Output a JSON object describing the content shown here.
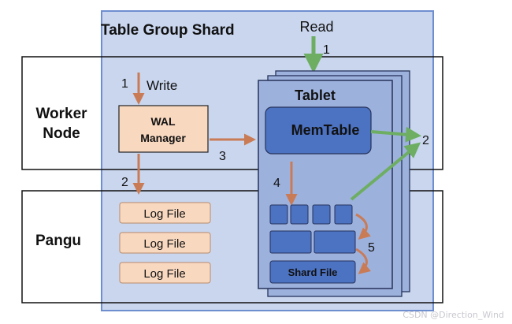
{
  "shard_title": "Table Group Shard",
  "zones": {
    "worker_node_line1": "Worker",
    "worker_node_line2": "Node",
    "pangu": "Pangu"
  },
  "read": {
    "label": "Read",
    "step": "1"
  },
  "write": {
    "label": "Write",
    "step": "1"
  },
  "wal": {
    "line1": "WAL",
    "line2": "Manager"
  },
  "tablet": {
    "title": "Tablet",
    "memtable": "MemTable",
    "shard_file": "Shard File"
  },
  "log_files": [
    "Log File",
    "Log File",
    "Log File"
  ],
  "steps": {
    "to_log": "2",
    "to_tablet": "3",
    "flush": "4",
    "compaction": "5",
    "read_merge": "2"
  },
  "watermark": "CSDN @Direction_Wind",
  "colors": {
    "shard_fill": "#c9d6ee",
    "shard_border": "#6f8ed0",
    "tablet_fill": "#9db1dd",
    "block_fill": "#4c72c2",
    "wal_fill": "#f9d8c0",
    "arrow_orange": "#c97b56",
    "arrow_green": "#6dae63"
  }
}
